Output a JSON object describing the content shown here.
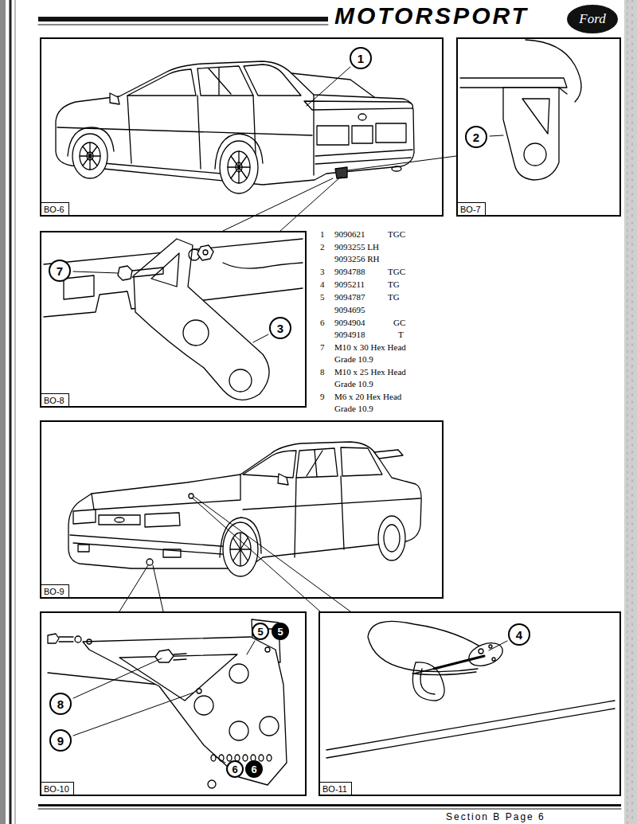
{
  "diagram": {
    "title": "MOTORSPORT",
    "nodes": [
      {
        "text": [
          "Ford"
        ]
      },
      {
        "text": [
          "BO-6"
        ]
      },
      {
        "text": [
          "1"
        ],
        "in": 1
      },
      {
        "text": [
          "BO-7"
        ]
      },
      {
        "text": [
          "2"
        ],
        "in": 3
      },
      {
        "text": [
          "BO-8"
        ]
      },
      {
        "text": [
          "7"
        ],
        "in": 5
      },
      {
        "text": [
          "3"
        ],
        "in": 5
      },
      {
        "text": [
          "BO-9"
        ]
      },
      {
        "text": [
          "BO-10"
        ]
      },
      {
        "text": [
          "5"
        ],
        "in": 9
      },
      {
        "text": [
          "5"
        ],
        "in": 9
      },
      {
        "text": [
          "8"
        ],
        "in": 9
      },
      {
        "text": [
          "9"
        ],
        "in": 9
      },
      {
        "text": [
          "6"
        ],
        "in": 9
      },
      {
        "text": [
          "6"
        ],
        "in": 9
      },
      {
        "text": [
          "BO-11"
        ]
      },
      {
        "text": [
          "4"
        ],
        "in": 16
      }
    ],
    "labels": [
      "1",
      "9090621",
      "TGC",
      "2",
      "9093255 LH",
      "9093256 RH",
      "3",
      "9094788",
      "TGC",
      "4",
      "9095211",
      "TG",
      "5",
      "9094787",
      "TG",
      "9094695",
      "6",
      "9094904",
      "GC",
      "9094918",
      "T",
      "7",
      "M10 x 30 Hex Head Grade 10.9",
      "8",
      "M10 x 25 Hex Head Grade 10.9",
      "9",
      "M6 x 20 Hex Head Grade 10.9",
      "Section B Page 6"
    ]
  }
}
